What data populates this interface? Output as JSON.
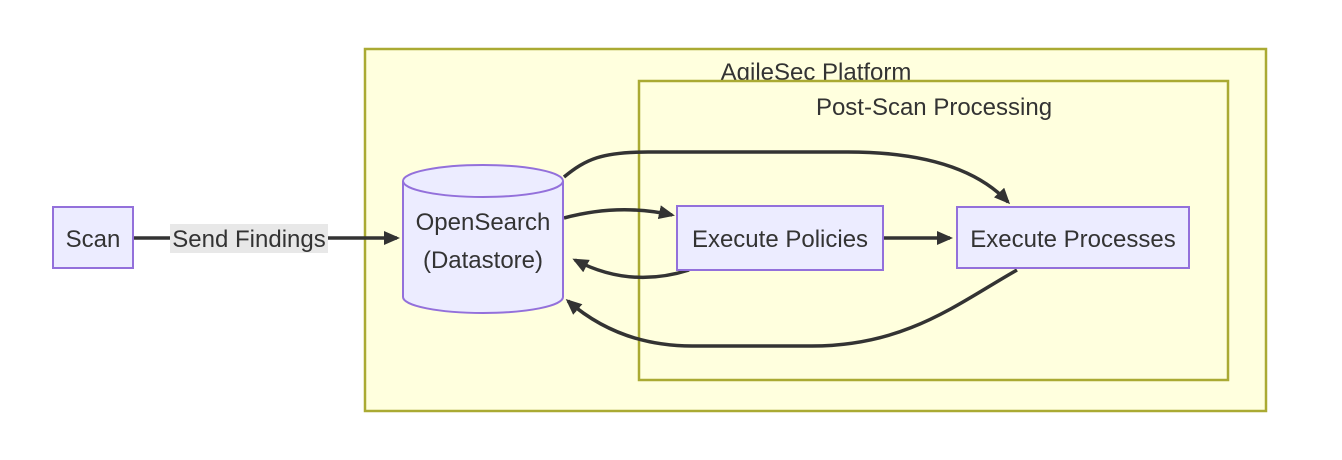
{
  "diagram_type": "flowchart",
  "containers": {
    "platform": {
      "title": "AgileSec Platform"
    },
    "post_scan": {
      "title": "Post-Scan Processing"
    }
  },
  "nodes": {
    "scan": {
      "label": "Scan",
      "shape": "rectangle"
    },
    "datastore": {
      "label_line1": "OpenSearch",
      "label_line2": "(Datastore)",
      "shape": "cylinder"
    },
    "execute_policies": {
      "label": "Execute Policies",
      "shape": "rectangle"
    },
    "execute_processes": {
      "label": "Execute Processes",
      "shape": "rectangle"
    }
  },
  "edges": [
    {
      "from": "Scan",
      "to": "OpenSearch (Datastore)",
      "label": "Send Findings"
    },
    {
      "from": "OpenSearch (Datastore)",
      "to": "Execute Processes",
      "label": ""
    },
    {
      "from": "OpenSearch (Datastore)",
      "to": "Execute Policies",
      "label": ""
    },
    {
      "from": "Execute Policies",
      "to": "OpenSearch (Datastore)",
      "label": ""
    },
    {
      "from": "Execute Policies",
      "to": "Execute Processes",
      "label": ""
    },
    {
      "from": "Execute Processes",
      "to": "OpenSearch (Datastore)",
      "label": ""
    }
  ],
  "colors": {
    "node_fill": "#ECECFF",
    "node_border": "#9370DB",
    "container_fill": "#FFFFDE",
    "container_border": "#AAAA33",
    "edge": "#333333",
    "edge_label_bg": "#E8E8E8",
    "text": "#333333"
  }
}
